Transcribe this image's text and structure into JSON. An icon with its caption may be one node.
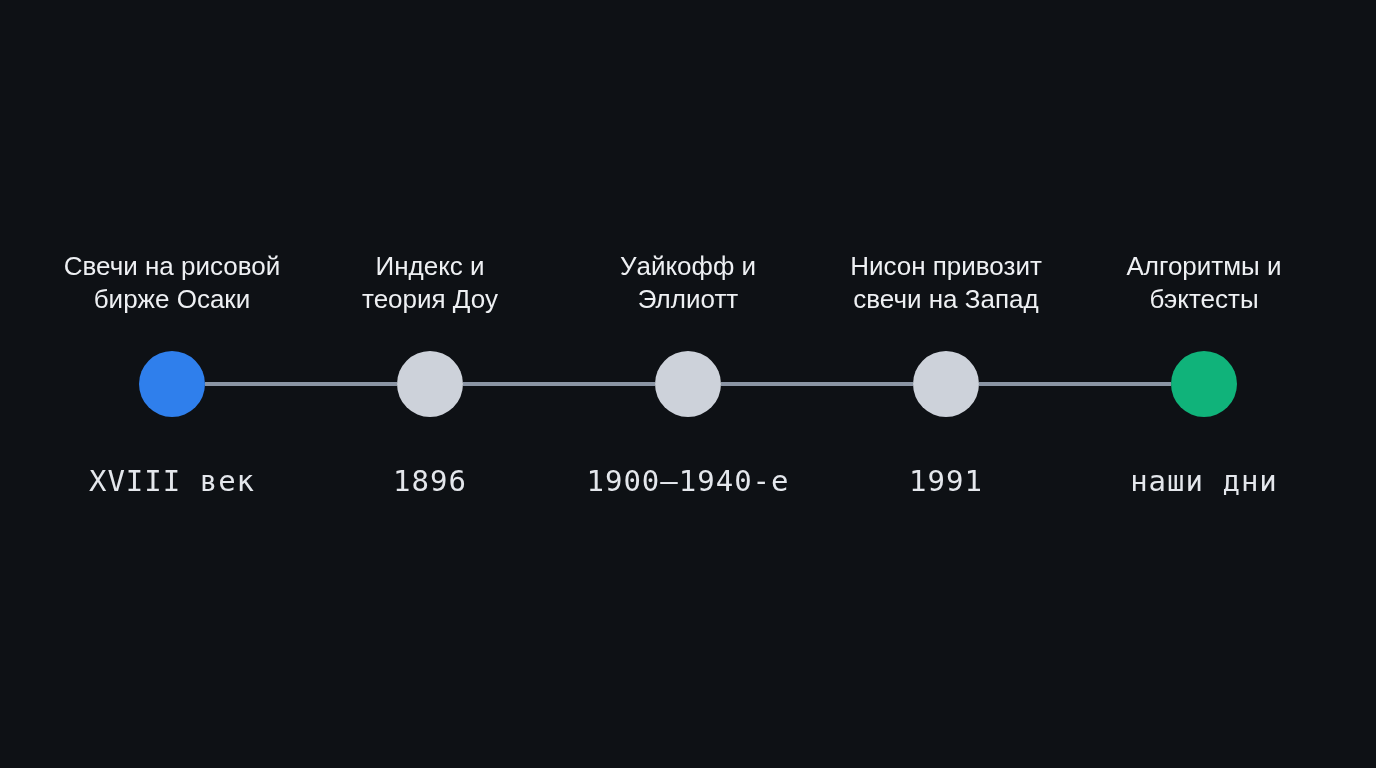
{
  "diagram": {
    "nodes": [
      {
        "text": [
          "Свечи на рисовой бирже Осаки"
        ],
        "beside": [
          "XVIII век"
        ]
      },
      {
        "text": [
          "Индекс и теория Доу"
        ],
        "beside": [
          "1896"
        ]
      },
      {
        "text": [
          "Уайкофф и Эллиотт"
        ],
        "beside": [
          "1900–1940-е"
        ]
      },
      {
        "text": [
          "Нисон привозит свечи на Запад"
        ],
        "beside": [
          "1991"
        ]
      },
      {
        "text": [
          "Алгоритмы и бэктесты"
        ],
        "beside": [
          "наши дни"
        ]
      }
    ],
    "edges": [
      {
        "from": 0,
        "to": 1,
        "arrow": "none"
      },
      {
        "from": 1,
        "to": 2,
        "arrow": "none"
      },
      {
        "from": 2,
        "to": 3,
        "arrow": "none"
      },
      {
        "from": 3,
        "to": 4,
        "arrow": "none"
      }
    ]
  }
}
